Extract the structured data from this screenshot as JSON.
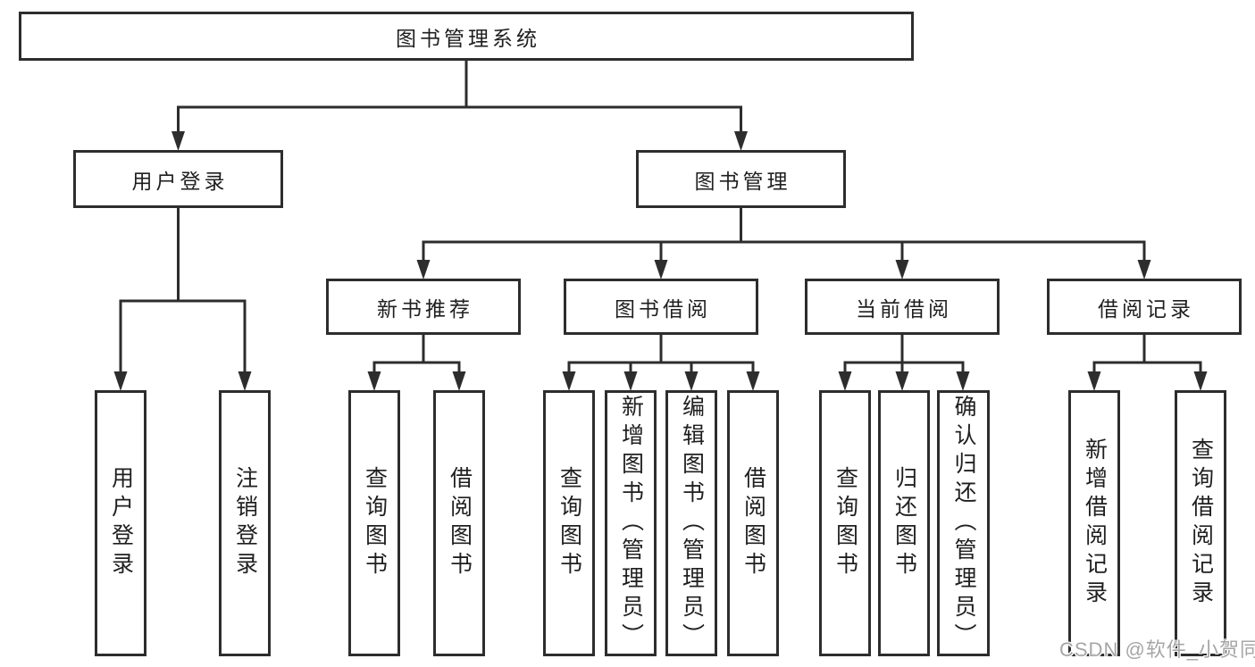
{
  "tree": {
    "label": "图书管理系统",
    "children": [
      {
        "label": "用户登录",
        "children": [
          {
            "label": "用户登录"
          },
          {
            "label": "注销登录"
          }
        ]
      },
      {
        "label": "图书管理",
        "children": [
          {
            "label": "新书推荐",
            "children": [
              {
                "label": "查询图书"
              },
              {
                "label": "借阅图书"
              }
            ]
          },
          {
            "label": "图书借阅",
            "children": [
              {
                "label": "查询图书"
              },
              {
                "label": "新增图书（管理员）"
              },
              {
                "label": "编辑图书（管理员）"
              },
              {
                "label": "借阅图书"
              }
            ]
          },
          {
            "label": "当前借阅",
            "children": [
              {
                "label": "查询图书"
              },
              {
                "label": "归还图书"
              },
              {
                "label": "确认归还（管理员）"
              }
            ]
          },
          {
            "label": "借阅记录",
            "children": [
              {
                "label": "新增借阅记录"
              },
              {
                "label": "查询借阅记录"
              }
            ]
          }
        ]
      }
    ]
  },
  "watermark": "CSDN @软件_小贺同学",
  "colors": {
    "line": "#2d2d2d",
    "text": "#1f1f1f",
    "watermark": "#a6a6a6",
    "background": "#ffffff"
  }
}
